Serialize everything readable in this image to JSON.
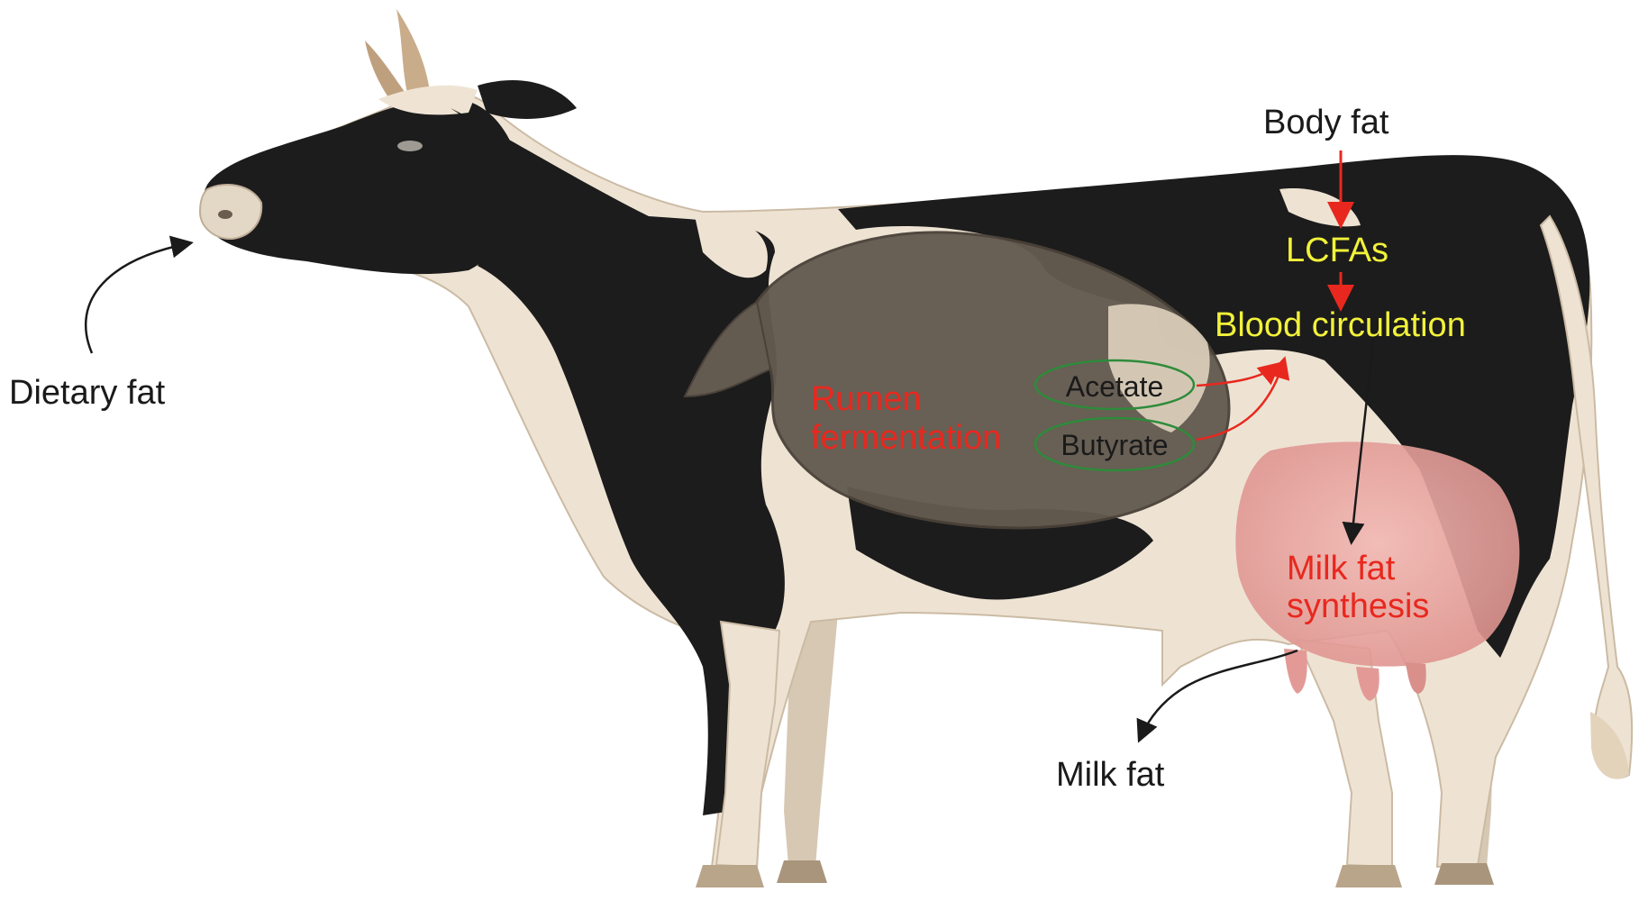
{
  "labels": {
    "dietary_fat": "Dietary fat",
    "body_fat": "Body fat",
    "lcfas": "LCFAs",
    "blood_circulation": "Blood circulation",
    "rumen_line1": "Rumen",
    "rumen_line2": "fermentation",
    "acetate": "Acetate",
    "butyrate": "Butyrate",
    "milk_fat_synthesis_line1": "Milk fat",
    "milk_fat_synthesis_line2": "synthesis",
    "milk_fat": "Milk fat"
  },
  "colors": {
    "black_text": "#1a1a1a",
    "red_text": "#e8281e",
    "yellow_text": "#f2f23a",
    "red_arrow": "#e8281e",
    "ellipse_green": "#2e8b3a",
    "cow_black": "#1c1c1c",
    "cow_cream": "#eee3d3",
    "cow_shade": "#d9cbb6",
    "rumen_fill": "#635a50",
    "udder_pink": "#e9a8a4",
    "hoof": "#b9a58a",
    "horn": "#c9ac8a"
  }
}
